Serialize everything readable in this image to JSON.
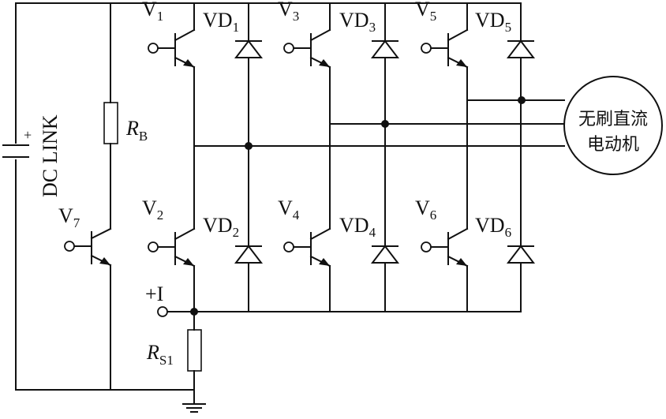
{
  "labels": {
    "dc_link": "DC  LINK",
    "cap_plus": "+",
    "rb_main": "R",
    "rb_sub": "B",
    "rs_main": "R",
    "rs_sub": "S1",
    "plus_i": "+I",
    "v1": {
      "main": "V",
      "sub": "1"
    },
    "v2": {
      "main": "V",
      "sub": "2"
    },
    "v3": {
      "main": "V",
      "sub": "3"
    },
    "v4": {
      "main": "V",
      "sub": "4"
    },
    "v5": {
      "main": "V",
      "sub": "5"
    },
    "v6": {
      "main": "V",
      "sub": "6"
    },
    "v7": {
      "main": "V",
      "sub": "7"
    },
    "vd1": {
      "main": "VD",
      "sub": "1"
    },
    "vd2": {
      "main": "VD",
      "sub": "2"
    },
    "vd3": {
      "main": "VD",
      "sub": "3"
    },
    "vd4": {
      "main": "VD",
      "sub": "4"
    },
    "vd5": {
      "main": "VD",
      "sub": "5"
    },
    "vd6": {
      "main": "VD",
      "sub": "6"
    }
  },
  "motor": {
    "line1": "无刷直流",
    "line2": "电动机"
  }
}
